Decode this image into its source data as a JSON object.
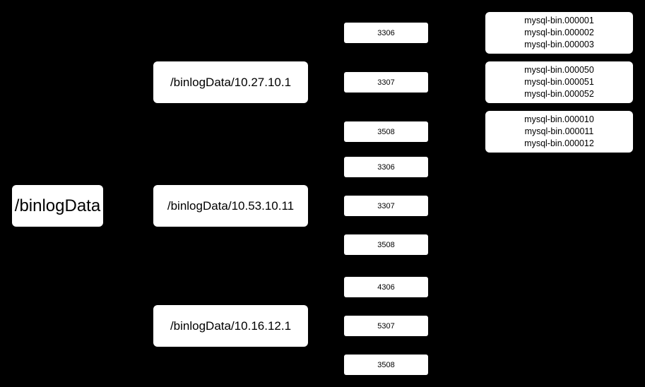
{
  "root": {
    "label": "/binlogData"
  },
  "hosts": [
    {
      "label": "/binlogData/10.27.10.1",
      "ports": [
        "3306",
        "3307",
        "3508"
      ]
    },
    {
      "label": "/binlogData/10.53.10.11",
      "ports": [
        "3306",
        "3307",
        "3508"
      ]
    },
    {
      "label": "/binlogData/10.16.12.1",
      "ports": [
        "4306",
        "5307",
        "3508"
      ]
    }
  ],
  "files": [
    [
      "mysql-bin.000001",
      "mysql-bin.000002",
      "mysql-bin.000003"
    ],
    [
      "mysql-bin.000050",
      "mysql-bin.000051",
      "mysql-bin.000052"
    ],
    [
      "mysql-bin.000010",
      "mysql-bin.000011",
      "mysql-bin.000012"
    ]
  ]
}
